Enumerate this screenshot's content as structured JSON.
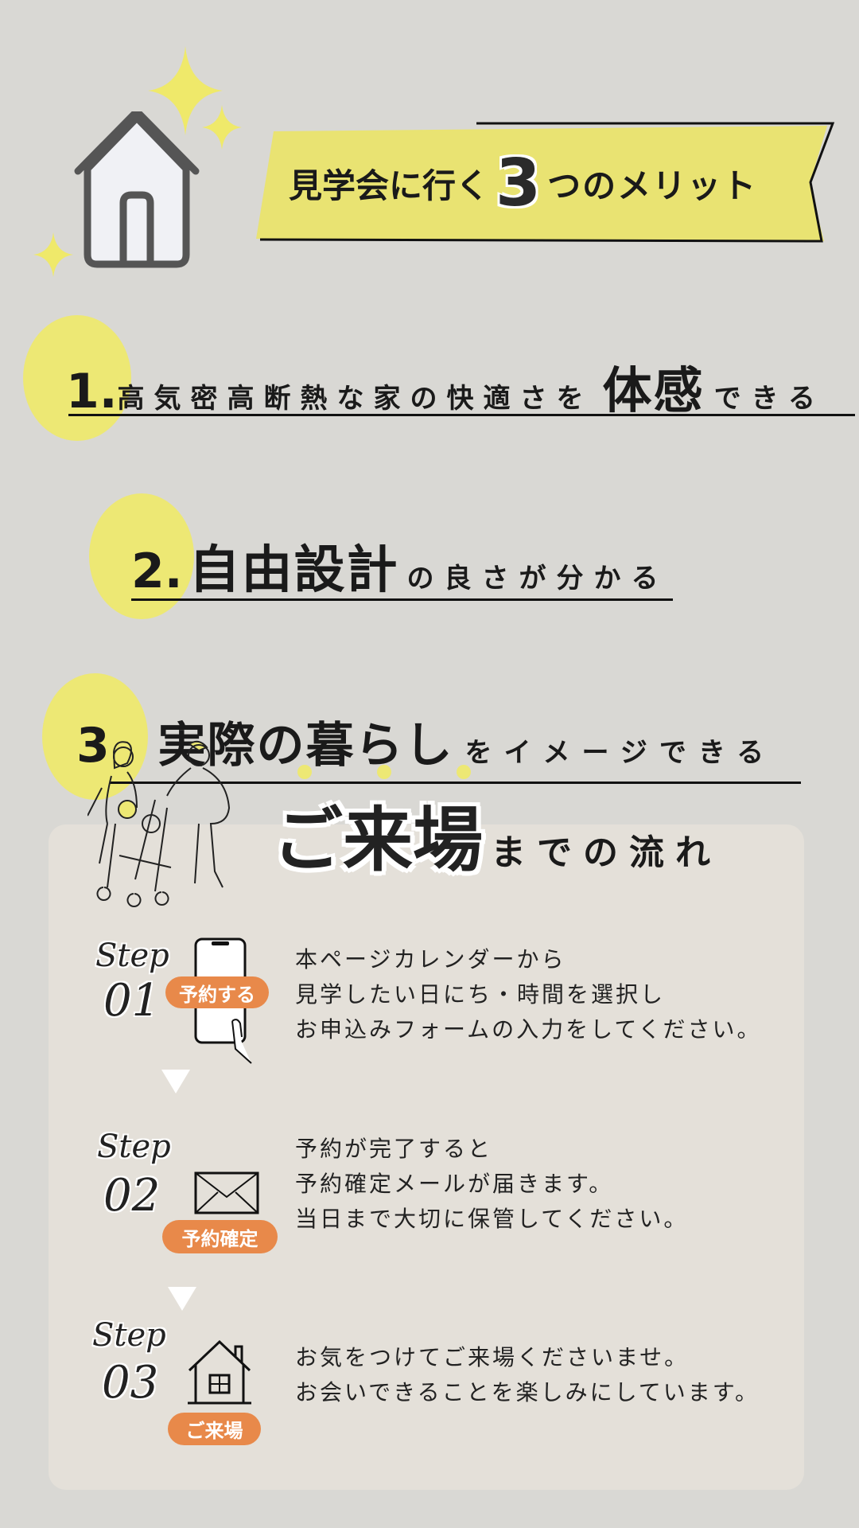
{
  "header": {
    "title_pre": "見学会に行く",
    "title_num": "3",
    "title_post": "つのメリット"
  },
  "merits": [
    {
      "num": "1.",
      "text_a": "高気密高断熱な家の快適さを",
      "emph": "体感",
      "text_b": "できる"
    },
    {
      "num": "2.",
      "emph": "自由設計",
      "text_b": "の良さが分かる"
    },
    {
      "num": "3.",
      "emph": "実際の暮らし",
      "text_b": "をイメージできる"
    }
  ],
  "flow": {
    "title_emph": "ご来場",
    "title_rest": "までの流れ",
    "steps": [
      {
        "word": "Step",
        "num": "01",
        "badge": "予約する",
        "icon": "smartphone-icon",
        "lines": [
          "本ページカレンダーから",
          "見学したい日にち・時間を選択し",
          "お申込みフォームの入力をしてください。"
        ]
      },
      {
        "word": "Step",
        "num": "02",
        "badge": "予約確定",
        "icon": "envelope-icon",
        "lines": [
          "予約が完了すると",
          "予約確定メールが届きます。",
          "当日まで大切に保管してください。"
        ]
      },
      {
        "word": "Step",
        "num": "03",
        "badge": "ご来場",
        "icon": "house-icon",
        "lines": [
          "お気をつけてご来場くださいませ。",
          "お会いできることを楽しみにしています。"
        ]
      }
    ]
  },
  "colors": {
    "background": "#d9d8d4",
    "panel": "#e4e0d9",
    "yellow": "#ede874",
    "orange": "#e8894a"
  }
}
